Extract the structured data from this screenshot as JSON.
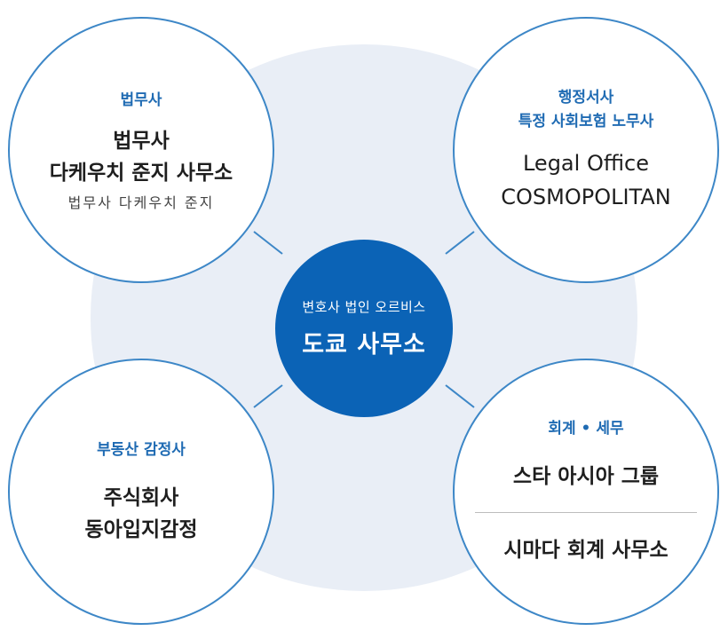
{
  "center": {
    "category": "변호사 법인 오르비스",
    "name": "도쿄 사무소"
  },
  "top_left": {
    "category": "법무사",
    "name_lines": [
      "법무사",
      "다케우치 준지 사무소"
    ],
    "subtitle": "법무사 다케우치 준지"
  },
  "top_right": {
    "category_lines": [
      "행정서사",
      "특정 사회보험 노무사"
    ],
    "name_lines": [
      "Legal Office",
      "COSMOPOLITAN"
    ]
  },
  "bottom_left": {
    "category": "부동산 감정사",
    "name_lines": [
      "주식회사",
      "동아입지감정"
    ]
  },
  "bottom_right": {
    "category": "회계 • 세무",
    "entries": [
      "스타 아시아 그룹",
      "시마다 회계 사무소"
    ]
  },
  "colors": {
    "accent": "#0b63b6",
    "border": "#3d87c7",
    "background_circle": "#e9eef6"
  }
}
